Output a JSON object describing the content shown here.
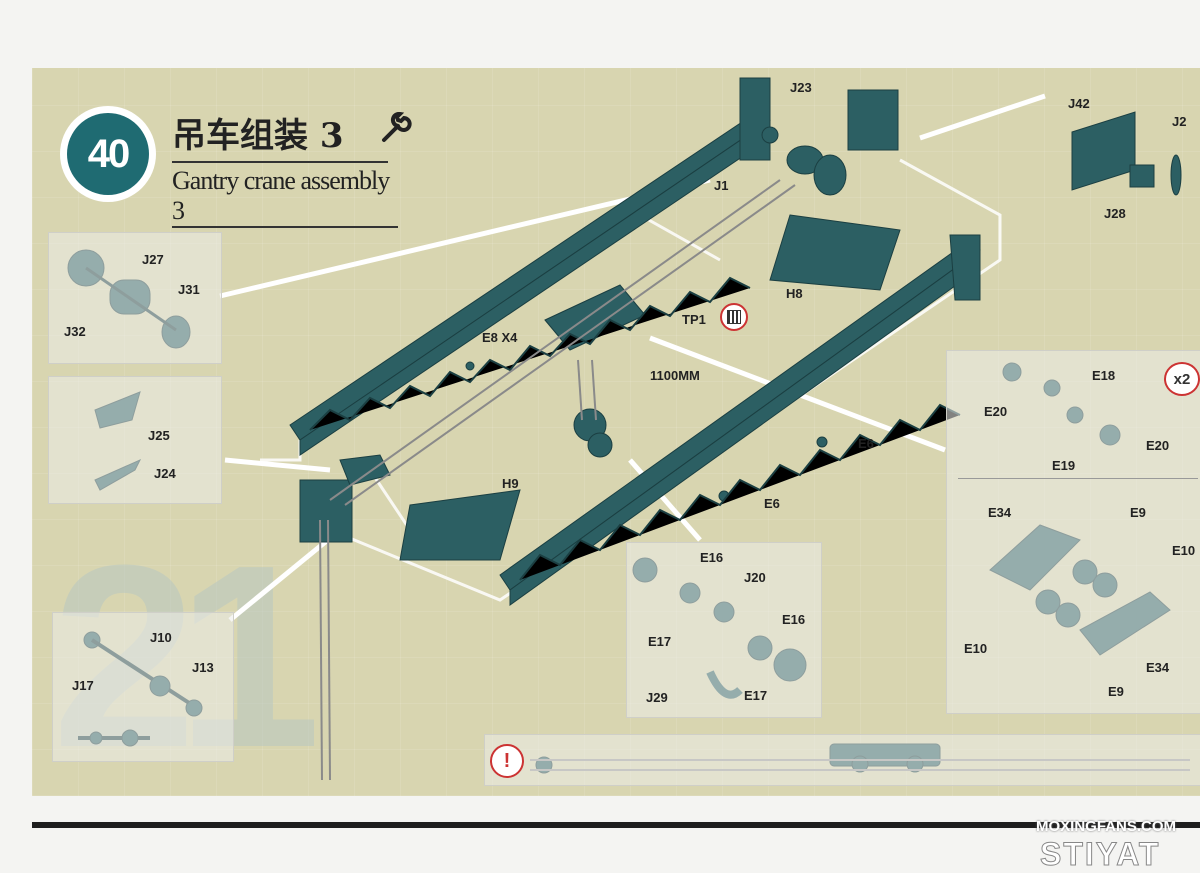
{
  "step": {
    "number": "40",
    "title_zh": "吊车组装 3",
    "title_en": "Gantry crane assembly 3"
  },
  "icons": {
    "tool": "wrench-icon",
    "warning": "exclamation-icon",
    "paint": "tp1-icon"
  },
  "colors": {
    "part": "#2c5f63",
    "accent_red": "#c8322e",
    "badge": "#1f6b72"
  },
  "main_labels": {
    "j23": "J23",
    "j1": "J1",
    "tp1": "TP1",
    "h8": "H8",
    "e8x4": "E8 X4",
    "length": "1100MM",
    "e6a": "E6",
    "e6b": "E6",
    "h9": "H9"
  },
  "inset_j42": {
    "j42": "J42",
    "j2": "J2",
    "j28": "J28"
  },
  "inset_j27": {
    "j27": "J27",
    "j31": "J31",
    "j32": "J32"
  },
  "inset_j25": {
    "j25": "J25",
    "j24": "J24"
  },
  "inset_j10": {
    "j10": "J10",
    "j13": "J13",
    "j17": "J17"
  },
  "inset_e16": {
    "e16a": "E16",
    "j20": "J20",
    "e16b": "E16",
    "e17a": "E17",
    "e17b": "E17",
    "j29": "J29"
  },
  "inset_wheels": {
    "x2": "x2",
    "e18": "E18",
    "e20a": "E20",
    "e19": "E19",
    "e20b": "E20",
    "e34a": "E34",
    "e9a": "E9",
    "e10a": "E10",
    "e10b": "E10",
    "e34b": "E34",
    "e9b": "E9"
  },
  "note": {
    "symbol": "!"
  },
  "watermark": {
    "site": "MOXINGFANS.COM",
    "text": "STIYAT"
  }
}
